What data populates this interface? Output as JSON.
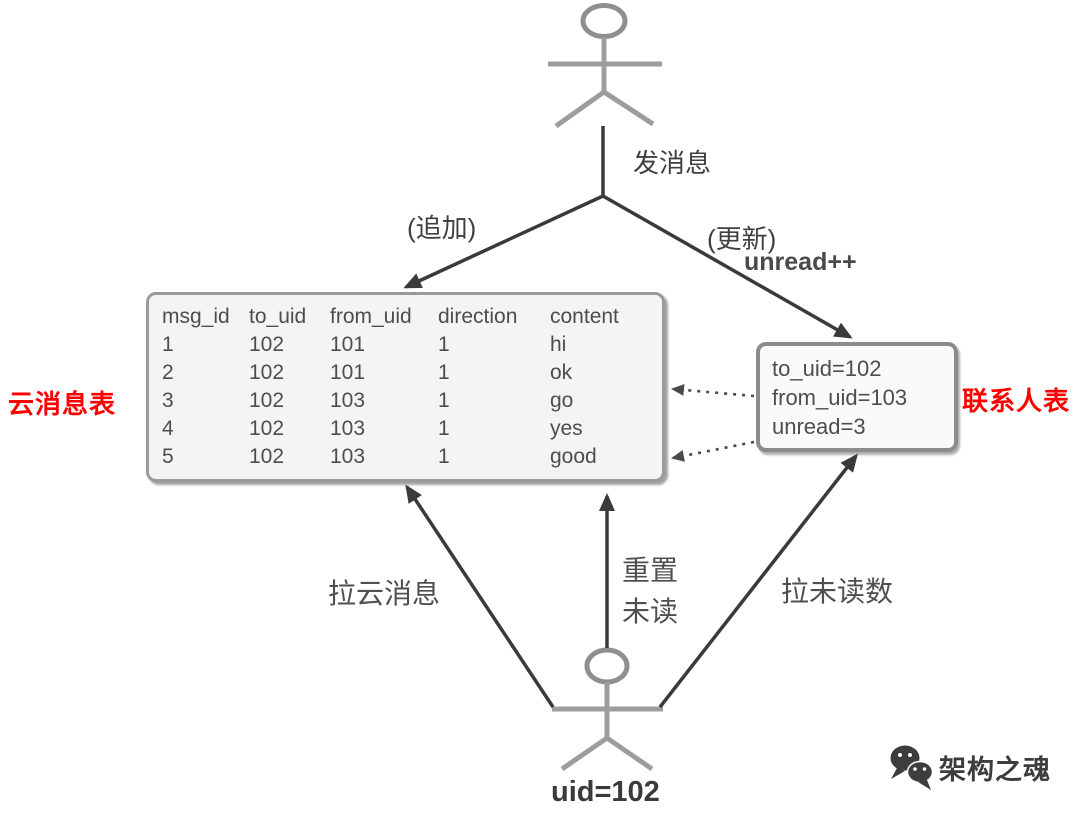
{
  "diagram": {
    "title_context": "IM unread-count architecture diagram",
    "colors": {
      "background": "#ffffff",
      "arrow": "#3a3a3a",
      "figure": "#9d9d9d",
      "card_fill": "#f4f4f4",
      "card_border": "#9a9a9a",
      "contact_fill": "#fafafa",
      "contact_border": "#8c8c8c",
      "text": "#4d4d4d",
      "red_label": "#fe0000",
      "watermark": "#3d3d3d"
    },
    "actors": {
      "sender_action": "发消息",
      "receiver_id": "uid=102"
    },
    "edges": {
      "append": "(追加)",
      "update": "(更新)",
      "update_sub": "unread++",
      "pull_messages": "拉云消息",
      "reset_unread_lines": [
        "重置",
        "未读"
      ],
      "pull_unread": "拉未读数"
    },
    "message_table": {
      "side_label": "云消息表",
      "headers": [
        "msg_id",
        "to_uid",
        "from_uid",
        "direction",
        "content"
      ],
      "rows": [
        [
          "1",
          "102",
          "101",
          "1",
          "hi"
        ],
        [
          "2",
          "102",
          "101",
          "1",
          "ok"
        ],
        [
          "3",
          "102",
          "103",
          "1",
          "go"
        ],
        [
          "4",
          "102",
          "103",
          "1",
          "yes"
        ],
        [
          "5",
          "102",
          "103",
          "1",
          "good"
        ]
      ]
    },
    "contact_box": {
      "side_label": "联系人表",
      "lines": [
        "to_uid=102",
        "from_uid=103",
        "unread=3"
      ]
    },
    "watermark": {
      "icon": "wechat-icon",
      "text": "架构之魂"
    }
  }
}
